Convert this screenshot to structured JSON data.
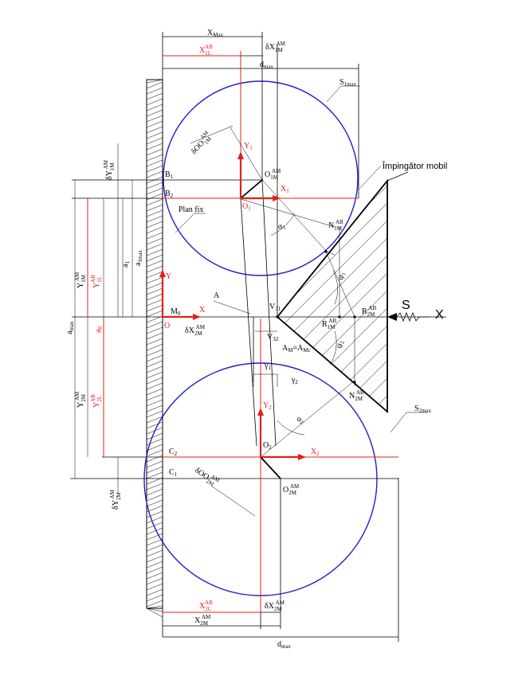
{
  "colors": {
    "circle": "#1f1fc8",
    "axis": "#e0201b",
    "lines": "#000000"
  },
  "labels": {
    "x_max": "X",
    "x_max_sub": "Max",
    "x_1l": "X",
    "x_1l_sub": "1L",
    "x_1l_sup": "AB",
    "dx_1m": "δX",
    "dx_1m_sub": "1M",
    "dx_1m_sup": "AM",
    "d_max_top": "d",
    "d_max_top_sub": "max",
    "d_max_bottom": "d",
    "d_max_bottom_sub": "max",
    "s_1max": "S",
    "s_1max_sub": "1max",
    "s_2max": "S",
    "s_2max_sub": "2max",
    "dy_1m": "δY",
    "dy_1m_sub": "1M",
    "dy_1m_sup": "AM",
    "dy_2m": "δY",
    "dy_2m_sub": "2M",
    "dy_2m_sup": "AM",
    "y_1m": "Y",
    "y_1m_sub": "1M",
    "y_1m_sup": "AM",
    "y_2m": "Y",
    "y_2m_sub": "2M",
    "y_2m_sup": "AM",
    "y_1l": "Y",
    "y_1l_sub": "1L",
    "y_1l_sup": "AB",
    "y_2l": "Y",
    "y_2l_sub": "2L",
    "y_2l_sup": "AB",
    "a_1": "a",
    "a_1_sub": "1",
    "a_max_left": "a",
    "a_max_left_sub": "1max",
    "a_0": "a",
    "a_0_sub": "0",
    "a_max_far": "a",
    "a_max_far_sub": "max",
    "b1": "B",
    "b1_sub": "1",
    "b2": "B",
    "b2_sub": "2",
    "c1": "C",
    "c1_sub": "1",
    "c2": "C",
    "c2_sub": "2",
    "plan_fix": "Plan fix",
    "impingator": "Împingător mobil",
    "y1_axis": "Y",
    "y1_axis_sub": "1",
    "x1_axis": "X",
    "x1_axis_sub": "1",
    "y2_axis": "Y",
    "y2_axis_sub": "2",
    "x2_axis": "X",
    "x2_axis_sub": "2",
    "y_axis": "Y",
    "x_axis": "X",
    "o_origin": "O",
    "o1": "O",
    "o1_sub": "1",
    "o2": "O",
    "o2_sub": "2",
    "o_1m": "O",
    "o_1m_sub": "1M",
    "o_1m_sup": "AM",
    "o_2m": "O",
    "o_2m_sub": "2M",
    "o_2m_sup": "AM",
    "do1": "δO",
    "do1_mid": "O",
    "do1_sub": "1M",
    "do1_sup": "AM",
    "do2": "δO",
    "do2_mid": "O",
    "do2_sub": "2M",
    "do2_sup": "AM",
    "n_1m": "N",
    "n_1m_sub": "1M",
    "n_1m_sup": "AB",
    "n_2m": "N",
    "n_2m_sub": "2M",
    "n_2m_sup": "AB",
    "r_1m": "R",
    "r_1m_sub": "1M",
    "r_1m_sup": "AB",
    "r_2m": "R",
    "r_2m_sub": "2M",
    "r_2m_sup": "AB",
    "v_31": "V",
    "v_31_sub": "31",
    "v_32": "V",
    "v_32_sub": "32",
    "m0": "M",
    "m0_sub": "0",
    "a_label": "A",
    "a_eq": "A",
    "a_eq_sub": "M",
    "a_eq_rest": "=A",
    "a_eq_rest_sub": "Mc",
    "alpha1": "α",
    "alpha1_sub": "1",
    "alpha2": "α",
    "alpha2_sub": "2",
    "psi1": "ψ",
    "psi1_sub": "1",
    "psi2": "ψ",
    "psi2_sub": "2",
    "gamma1": "γ",
    "gamma1_sub": "1",
    "gamma2": "γ",
    "gamma2_sub": "2",
    "s_force": "S",
    "x_force": "X",
    "dx_2m": "δX",
    "dx_2m_sub": "2M",
    "dx_2m_sup": "AM",
    "x_2l": "X",
    "x_2l_sub": "2L",
    "x_2l_sup": "AB",
    "x_2m": "X",
    "x_2m_sub": "2M",
    "x_2m_sup": "AM",
    "dx_2m_bottom": "δX",
    "dx_2m_bottom_sub": "2M",
    "dx_2m_bottom_sup": "AM"
  }
}
